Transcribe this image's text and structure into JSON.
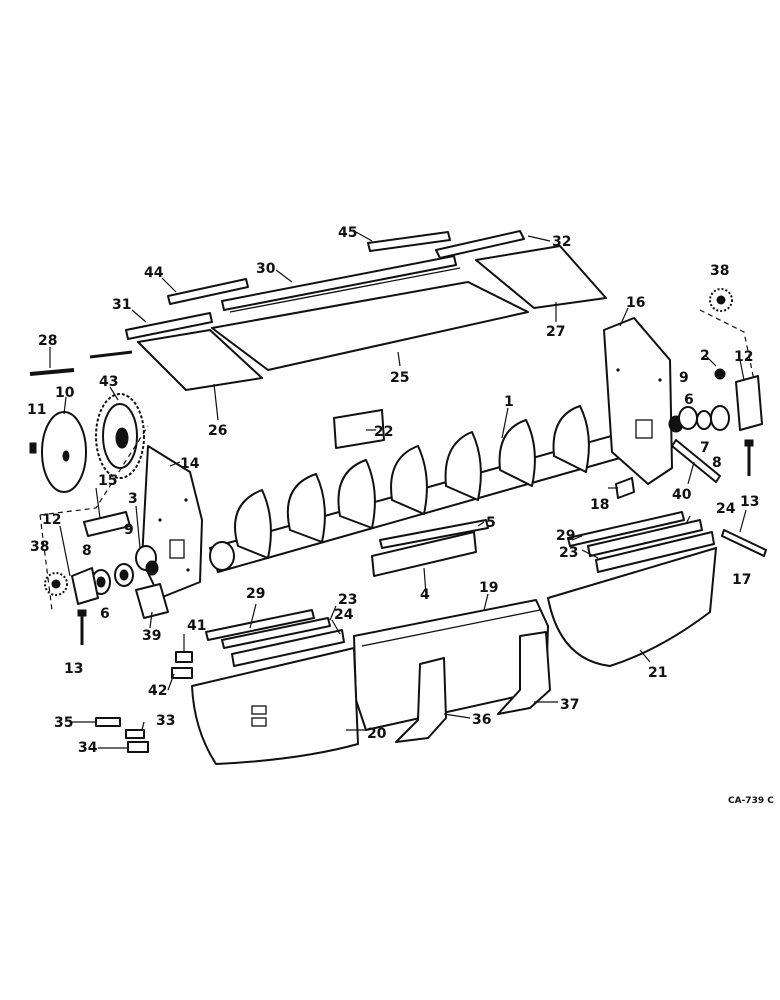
{
  "diagram": {
    "drawing_code": "CA-739 C",
    "callouts": {
      "c1": "1",
      "c2": "2",
      "c3": "3",
      "c4": "4",
      "c5": "5",
      "c6a": "6",
      "c6b": "6",
      "c7": "7",
      "c8a": "8",
      "c8b": "8",
      "c9a": "9",
      "c9b": "9",
      "c10": "10",
      "c11": "11",
      "c12a": "12",
      "c12b": "12",
      "c13a": "13",
      "c13b": "13",
      "c14": "14",
      "c15": "15",
      "c16": "16",
      "c17": "17",
      "c18": "18",
      "c19": "19",
      "c20": "20",
      "c21": "21",
      "c22": "22",
      "c23a": "23",
      "c23b": "23",
      "c24a": "24",
      "c24b": "24",
      "c25": "25",
      "c26": "26",
      "c27": "27",
      "c28": "28",
      "c29a": "29",
      "c29b": "29",
      "c30": "30",
      "c31": "31",
      "c32": "32",
      "c33": "33",
      "c34": "34",
      "c35": "35",
      "c36": "36",
      "c37": "37",
      "c38a": "38",
      "c38b": "38",
      "c39": "39",
      "c40": "40",
      "c41": "41",
      "c42": "42",
      "c43": "43",
      "c44": "44",
      "c45": "45"
    }
  }
}
